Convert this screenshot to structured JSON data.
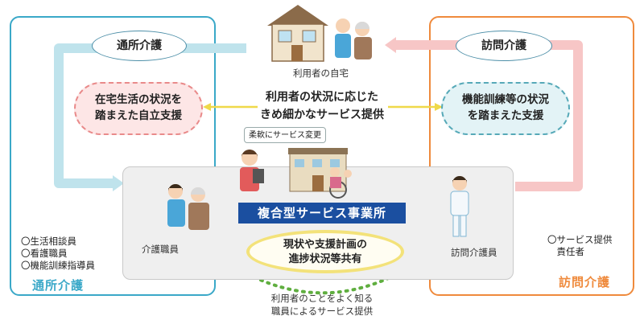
{
  "left_service": {
    "pill_label": "通所介護",
    "support_box": [
      "在宅生活の状況を",
      "踏まえた自立支援"
    ],
    "staff_list": [
      "〇生活相談員",
      "〇看護職員",
      "〇機能訓練指導員"
    ],
    "frame_label": "通所介護",
    "color": "#3aa8c8"
  },
  "right_service": {
    "pill_label": "訪問介護",
    "support_box": [
      "機能訓練等の状況",
      "を踏まえた支援"
    ],
    "staff_list": [
      "〇サービス提供",
      "　責任者"
    ],
    "frame_label": "訪問介護",
    "color": "#ef8a3c"
  },
  "home": {
    "label": "利用者の自宅"
  },
  "center_message": [
    "利用者の状況に応じた",
    "きめ細かなサービス提供"
  ],
  "facility": {
    "bubble": "柔軟にサービス変更",
    "title": "複合型サービス事業所",
    "oval": [
      "現状や支援計画の",
      "進捗状況等共有"
    ],
    "left_staff": "介護職員",
    "right_staff": "訪問介護員",
    "title_color": "#1b4fa0"
  },
  "bottom_caption": [
    "利用者のことをよく知る",
    "職員によるサービス提供"
  ]
}
